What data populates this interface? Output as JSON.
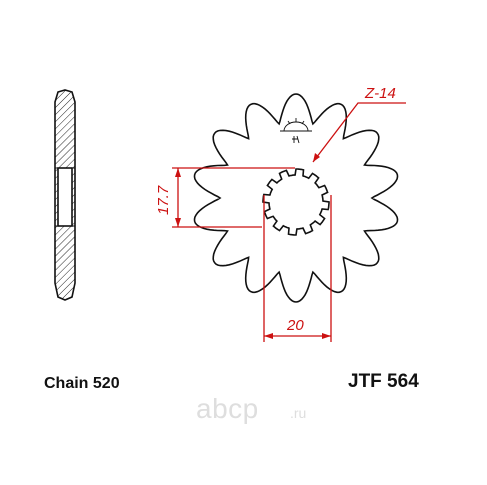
{
  "diagram": {
    "teeth_label": "Z-14",
    "height_dim": "17.7",
    "width_dim": "20",
    "chain_label": "Chain 520",
    "part_number": "JTF 564",
    "accent_color": "#cc1111",
    "line_color": "#111111"
  },
  "watermark": {
    "text": "abcp",
    "suffix": ".ru",
    "color": "#dedede"
  }
}
